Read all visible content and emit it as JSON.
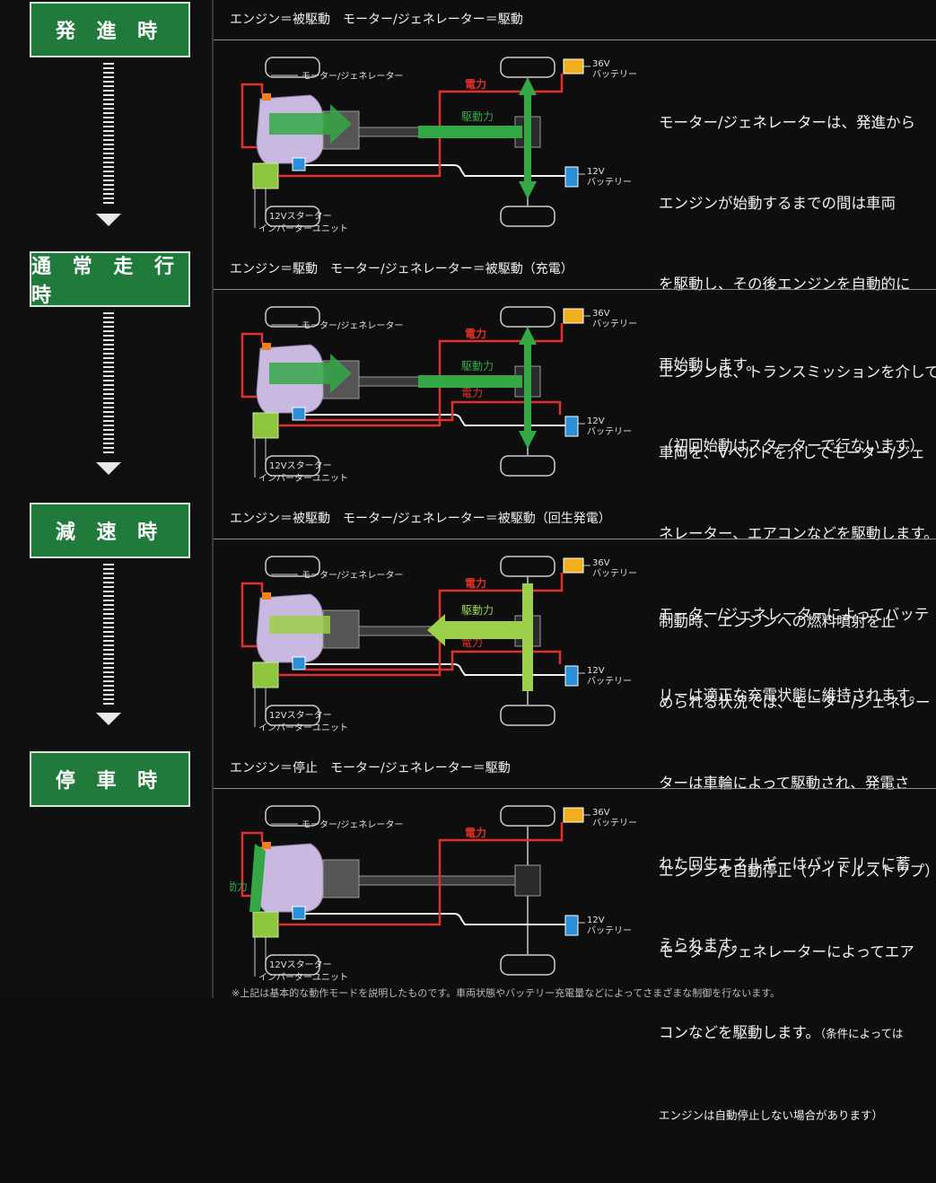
{
  "stages": [
    {
      "label": "発 進 時"
    },
    {
      "label": "通 常 走 行 時"
    },
    {
      "label": "減 速 時"
    },
    {
      "label": "停 車 時"
    }
  ],
  "sections": [
    {
      "header": "エンジン＝被駆動　モーター/ジェネレーター＝駆動",
      "desc_lines": [
        "モーター/ジェネレーターは、発進から",
        "エンジンが始動するまでの間は車両",
        "を駆動し、その後エンジンを自動的に",
        "再始動します。",
        "（初回始動はスターターで行ないます）"
      ],
      "desc_note": ""
    },
    {
      "header": "エンジン＝駆動　モーター/ジェネレーター＝被駆動（充電）",
      "desc_lines": [
        "エンジンは、トランスミッションを介して",
        "車両を、Vベルトを介してモーター/ジェ",
        "ネレーター、エアコンなどを駆動します。",
        "モーター/ジェネレーターによってバッテ",
        "リーは適正な充電状態に維持されます。"
      ],
      "desc_note": ""
    },
    {
      "header": "エンジン＝被駆動　モーター/ジェネレーター＝被駆動（回生発電）",
      "desc_lines": [
        "制動時、エンジンへの燃料噴射を止",
        "められる状況では、モーター/ジェネレー",
        "ターは車輪によって駆動され、発電さ",
        "れた回生エネルギーはバッテリーに蓄",
        "えられます。"
      ],
      "desc_note": ""
    },
    {
      "header": "エンジン＝停止　モーター/ジェネレーター＝駆動",
      "desc_lines": [
        "エンジンを自動停止（アイドルストップ）中、",
        "モーター/ジェネレーターによってエア",
        "コンなどを駆動します。"
      ],
      "desc_note": "（条件によっては",
      "desc_note2": "エンジンは自動停止しない場合があります）"
    }
  ],
  "diagram_labels": {
    "motor_generator": "モーター/ジェネレーター",
    "battery36": "36V",
    "battery36_sub": "バッテリー",
    "battery12": "12V",
    "battery12_sub": "バッテリー",
    "starter": "12Vスターター",
    "inverter": "インバーターユニット",
    "power": "電力",
    "drive": "駆動力"
  },
  "colors": {
    "stage_green": "#1f7a3c",
    "power_red": "#e0312a",
    "drive_green": "#35a846",
    "regen_yellowgreen": "#9ccf4a",
    "battery36": "#f2b01e",
    "battery12": "#2a8fd8",
    "engine": "#c9b9e0"
  },
  "footnote": "※上記は基本的な動作モードを説明したものです。車両状態やバッテリー充電量などによってさまざまな制御を行ないます。"
}
